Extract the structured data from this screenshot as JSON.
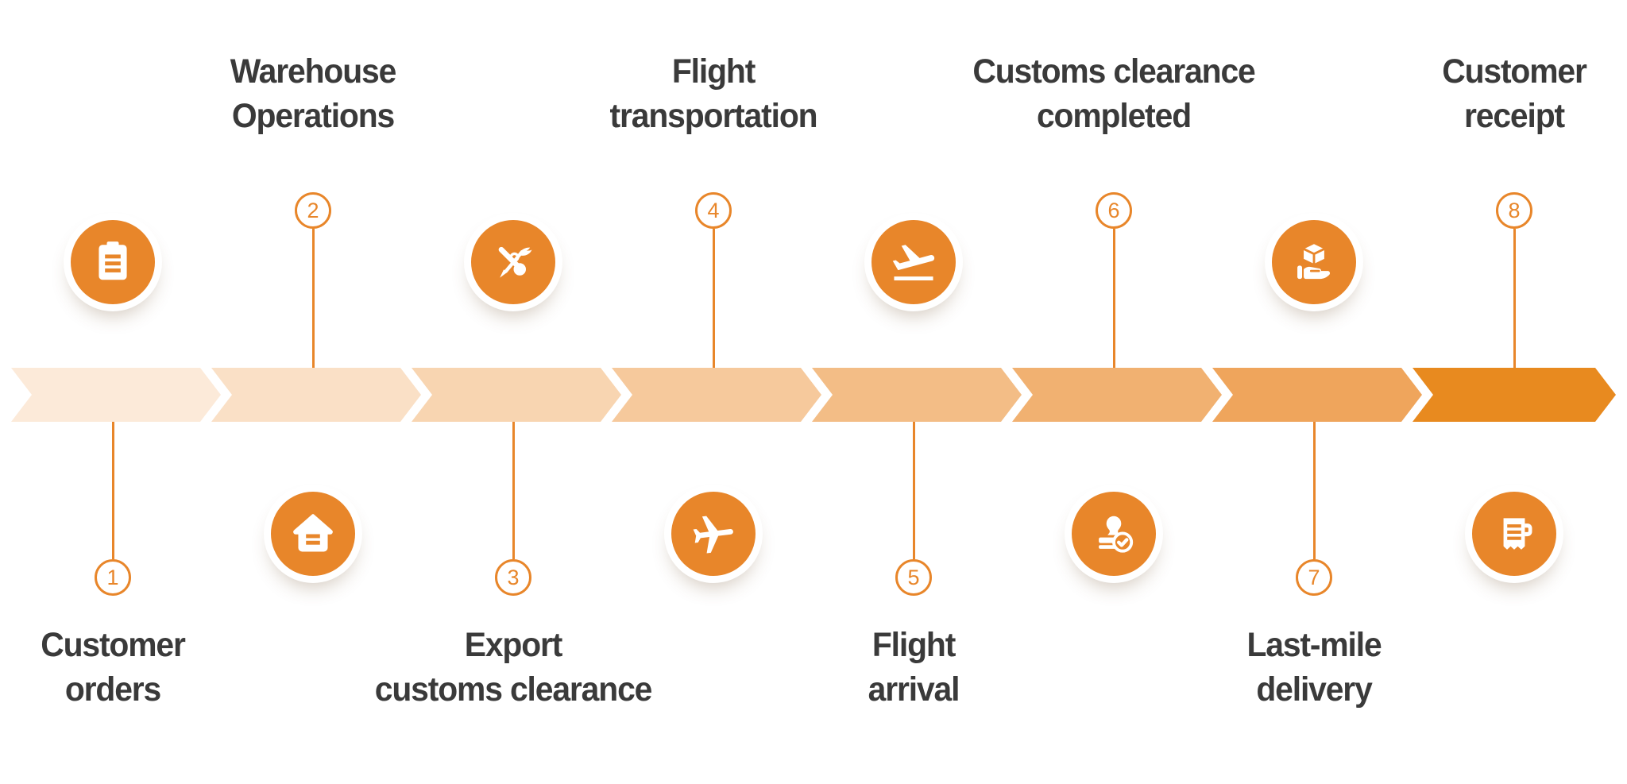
{
  "accent_color": "#e8862a",
  "label_color": "#3a3a3a",
  "steps": [
    {
      "number": "1",
      "label_lines": [
        "Customer",
        "orders"
      ],
      "icon": "clipboard-icon",
      "icon_position": "above",
      "segment_color": "#fcead9"
    },
    {
      "number": "2",
      "label_lines": [
        "Warehouse",
        "Operations"
      ],
      "icon": "warehouse-icon",
      "icon_position": "below",
      "segment_color": "#fae0c6"
    },
    {
      "number": "3",
      "label_lines": [
        "Export",
        "customs clearance"
      ],
      "icon": "customs-icon",
      "icon_position": "above",
      "segment_color": "#f8d5b1"
    },
    {
      "number": "4",
      "label_lines": [
        "Flight",
        "transportation"
      ],
      "icon": "plane-icon",
      "icon_position": "below",
      "segment_color": "#f6c99c"
    },
    {
      "number": "5",
      "label_lines": [
        "Flight",
        "arrival"
      ],
      "icon": "plane-landing-icon",
      "icon_position": "above",
      "segment_color": "#f3bd86"
    },
    {
      "number": "6",
      "label_lines": [
        "Customs clearance",
        "completed"
      ],
      "icon": "stamp-check-icon",
      "icon_position": "below",
      "segment_color": "#f1b171"
    },
    {
      "number": "7",
      "label_lines": [
        "Last-mile",
        "delivery"
      ],
      "icon": "hand-box-icon",
      "icon_position": "above",
      "segment_color": "#efa55c"
    },
    {
      "number": "8",
      "label_lines": [
        "Customer",
        "receipt"
      ],
      "icon": "receipt-icon",
      "icon_position": "below",
      "segment_color": "#e88a1f"
    }
  ]
}
